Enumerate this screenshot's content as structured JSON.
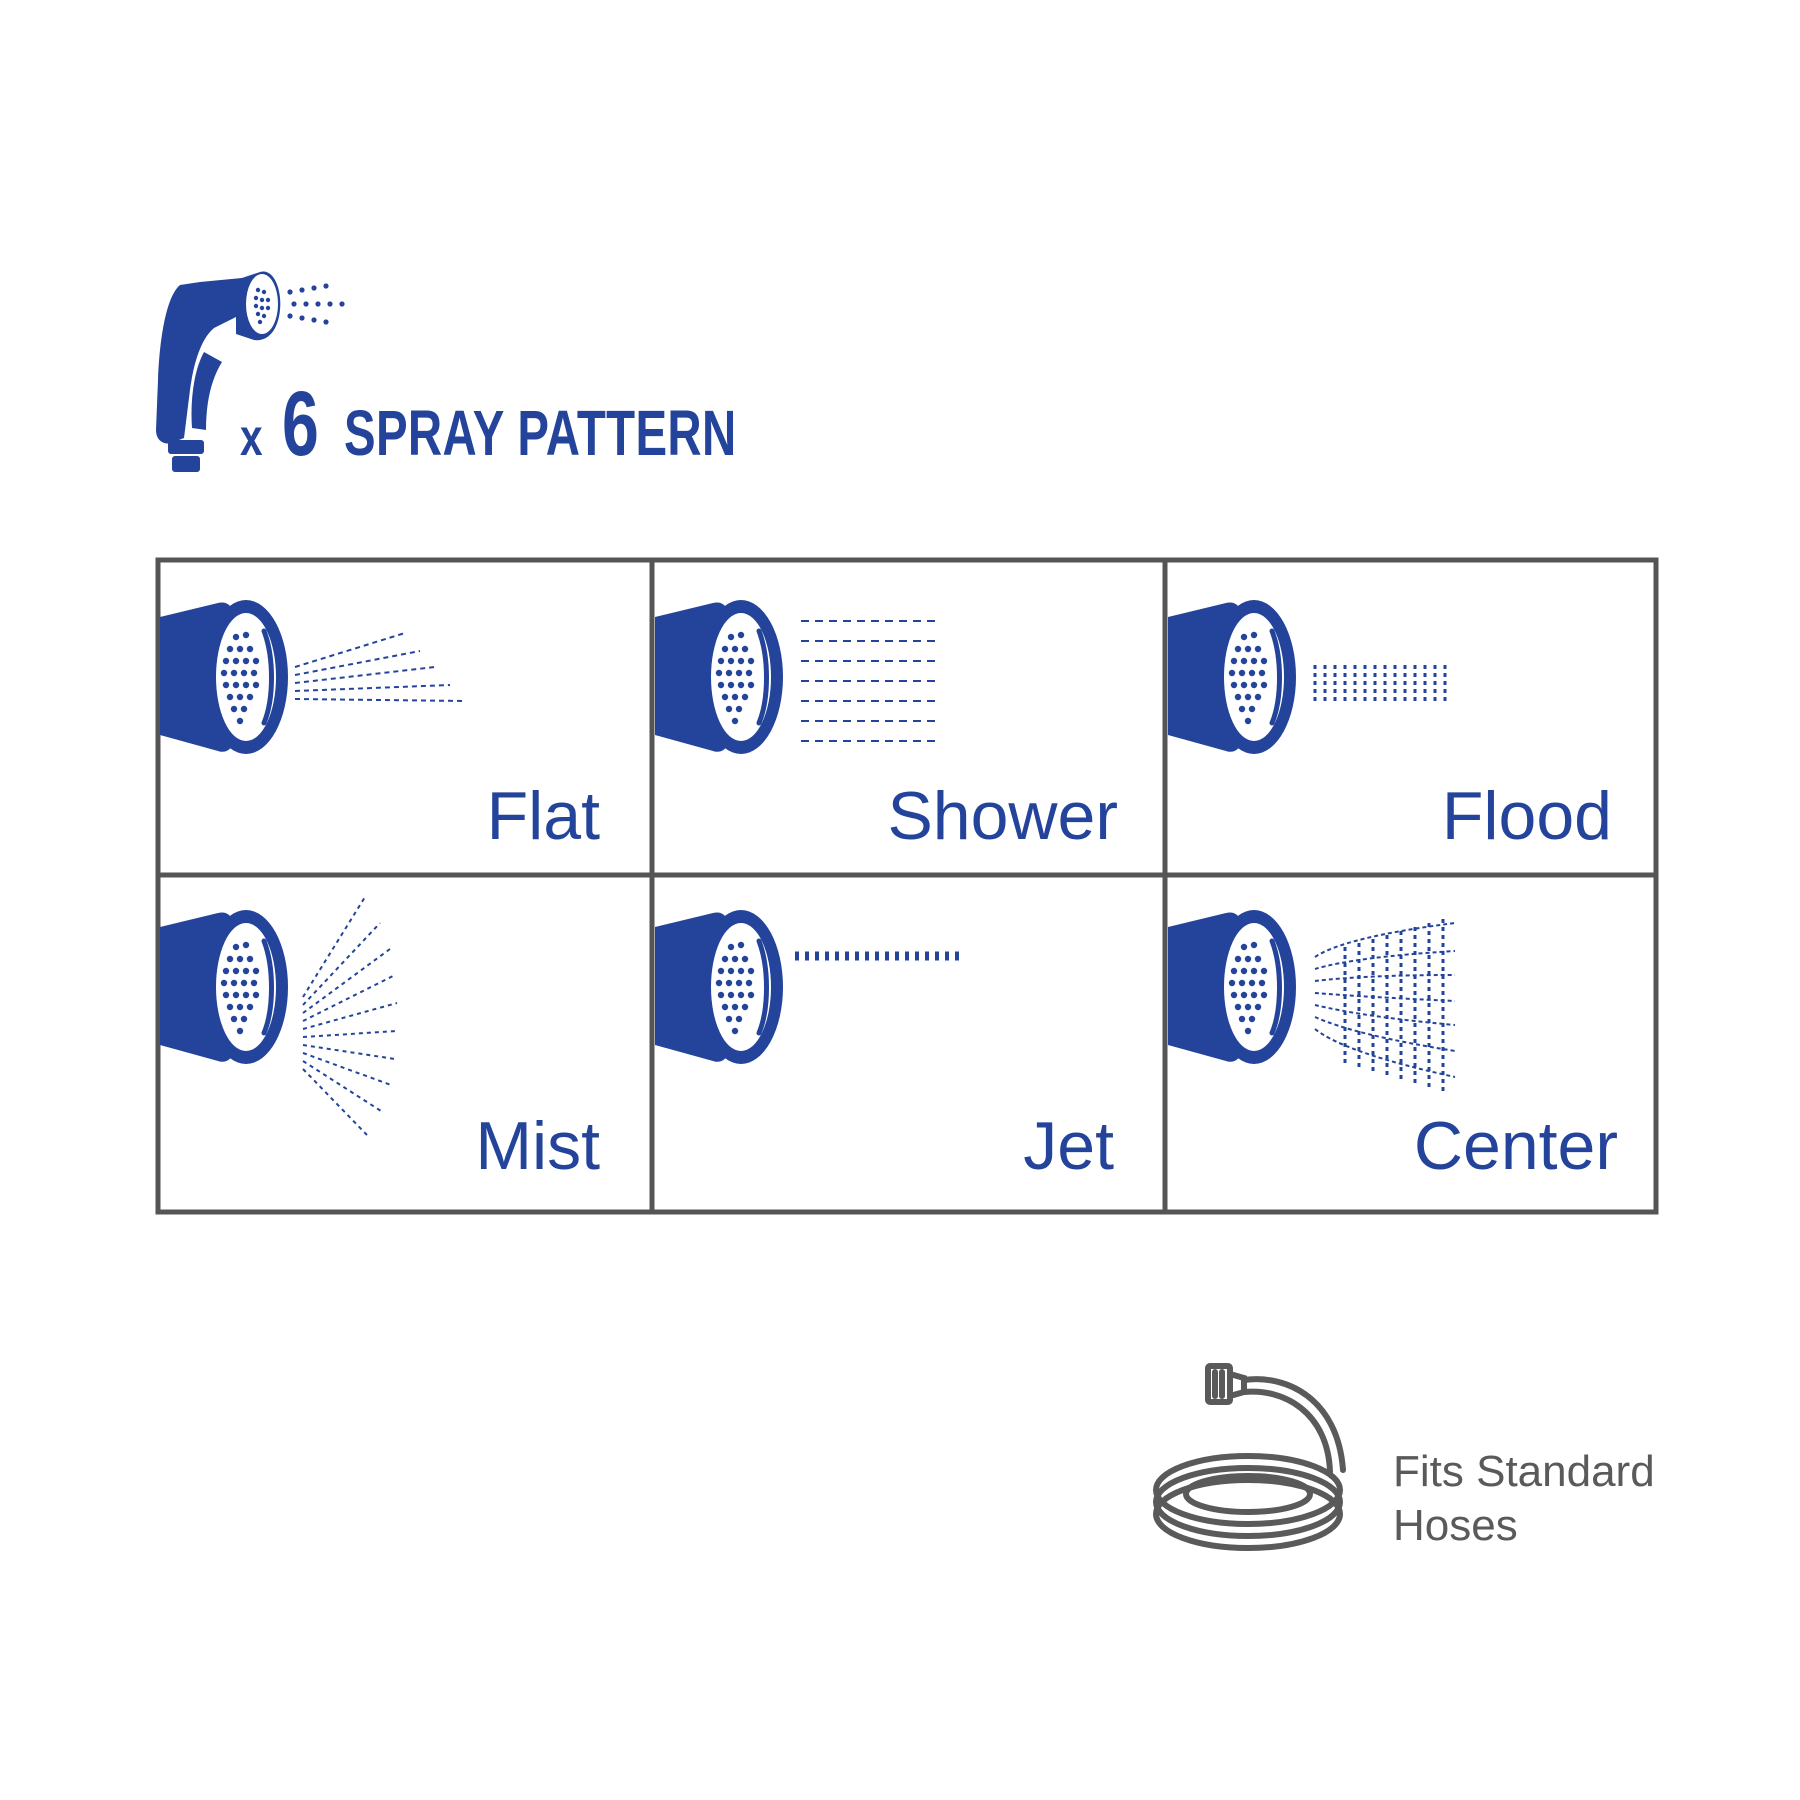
{
  "colors": {
    "brand_blue": "#23449a",
    "grid_gray": "#555555",
    "hose_gray": "#5a5a5a"
  },
  "header": {
    "icon": "spray-nozzle-icon",
    "title_prefix": "x",
    "title_count": "6",
    "title_text": "SPRAY PATTERN"
  },
  "patterns": [
    {
      "label": "Flat",
      "icon": "flat-spray-icon"
    },
    {
      "label": "Shower",
      "icon": "shower-spray-icon"
    },
    {
      "label": "Flood",
      "icon": "flood-spray-icon"
    },
    {
      "label": "Mist",
      "icon": "mist-spray-icon"
    },
    {
      "label": "Jet",
      "icon": "jet-spray-icon"
    },
    {
      "label": "Center",
      "icon": "center-spray-icon"
    }
  ],
  "feature": {
    "icon": "garden-hose-icon",
    "line1": "Fits Standard",
    "line2": "Hoses"
  }
}
